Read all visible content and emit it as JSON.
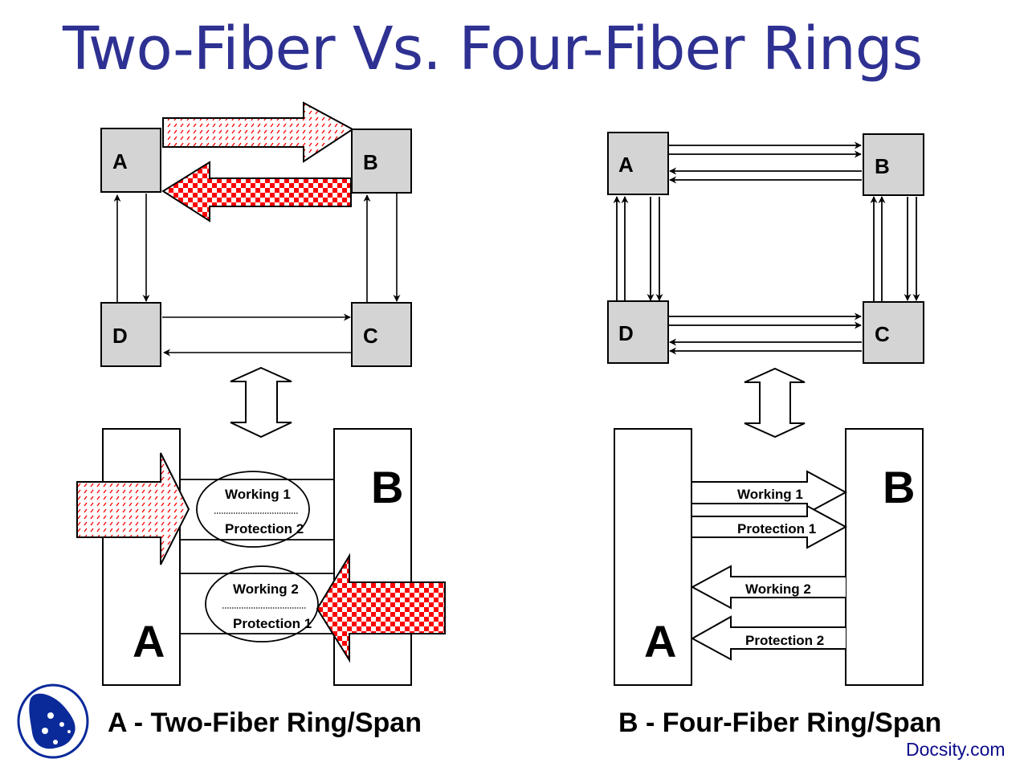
{
  "title": "Two-Fiber Vs. Four-Fiber Rings",
  "colors": {
    "title": "#2E3192",
    "node_fill": "#d4d4d4",
    "traffic_red": "#ff0000",
    "logo_blue": "#0a2a9a",
    "watermark": "#0b0b8a"
  },
  "two_fiber": {
    "caption": "A - Two-Fiber Ring/Span",
    "ring_nodes": [
      "A",
      "B",
      "C",
      "D"
    ],
    "span": {
      "node_a": "A",
      "node_b": "B",
      "ellipse_1": {
        "top": "Working 1",
        "bottom": "Protection 2"
      },
      "ellipse_2": {
        "top": "Working 2",
        "bottom": "Protection 1"
      }
    }
  },
  "four_fiber": {
    "caption": "B - Four-Fiber Ring/Span",
    "ring_nodes": [
      "A",
      "B",
      "C",
      "D"
    ],
    "span": {
      "node_a": "A",
      "node_b": "B",
      "arrows": [
        "Working 1",
        "Protection 1",
        "Working 2",
        "Protection 2"
      ]
    }
  },
  "logo": {
    "icon": "docsity-logo-icon"
  },
  "watermark": "Docsity.com"
}
